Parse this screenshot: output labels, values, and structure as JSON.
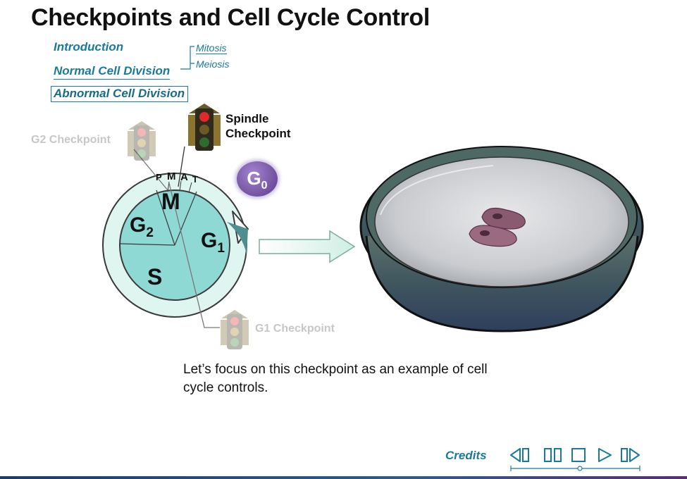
{
  "title": "Checkpoints and Cell Cycle Control",
  "nav": {
    "introduction": "Introduction",
    "normal": "Normal Cell Division",
    "abnormal": "Abnormal Cell Division",
    "mitosis": "Mitosis",
    "meiosis": "Meiosis"
  },
  "diagram": {
    "g2_checkpoint": "G2 Checkpoint",
    "g1_checkpoint": "G1 Checkpoint",
    "spindle_line1": "Spindle",
    "spindle_line2": "Checkpoint",
    "g0": "G",
    "g0_sub": "0",
    "phase_m": "M",
    "phase_g2": "G",
    "phase_g2_sub": "2",
    "phase_g1": "G",
    "phase_g1_sub": "1",
    "phase_s": "S",
    "pmat_p": "P",
    "pmat_m": "M",
    "pmat_a": "A",
    "pmat_t": "T"
  },
  "caption": "Let’s focus on this checkpoint as an example of cell cycle controls.",
  "footer": {
    "credits": "Credits"
  },
  "colors": {
    "nav_teal": "#1a7a9c",
    "cycle_fill": "#8fd9d5",
    "ring_fill": "#dff5ef",
    "g0_purple": "#6f4f9e"
  }
}
